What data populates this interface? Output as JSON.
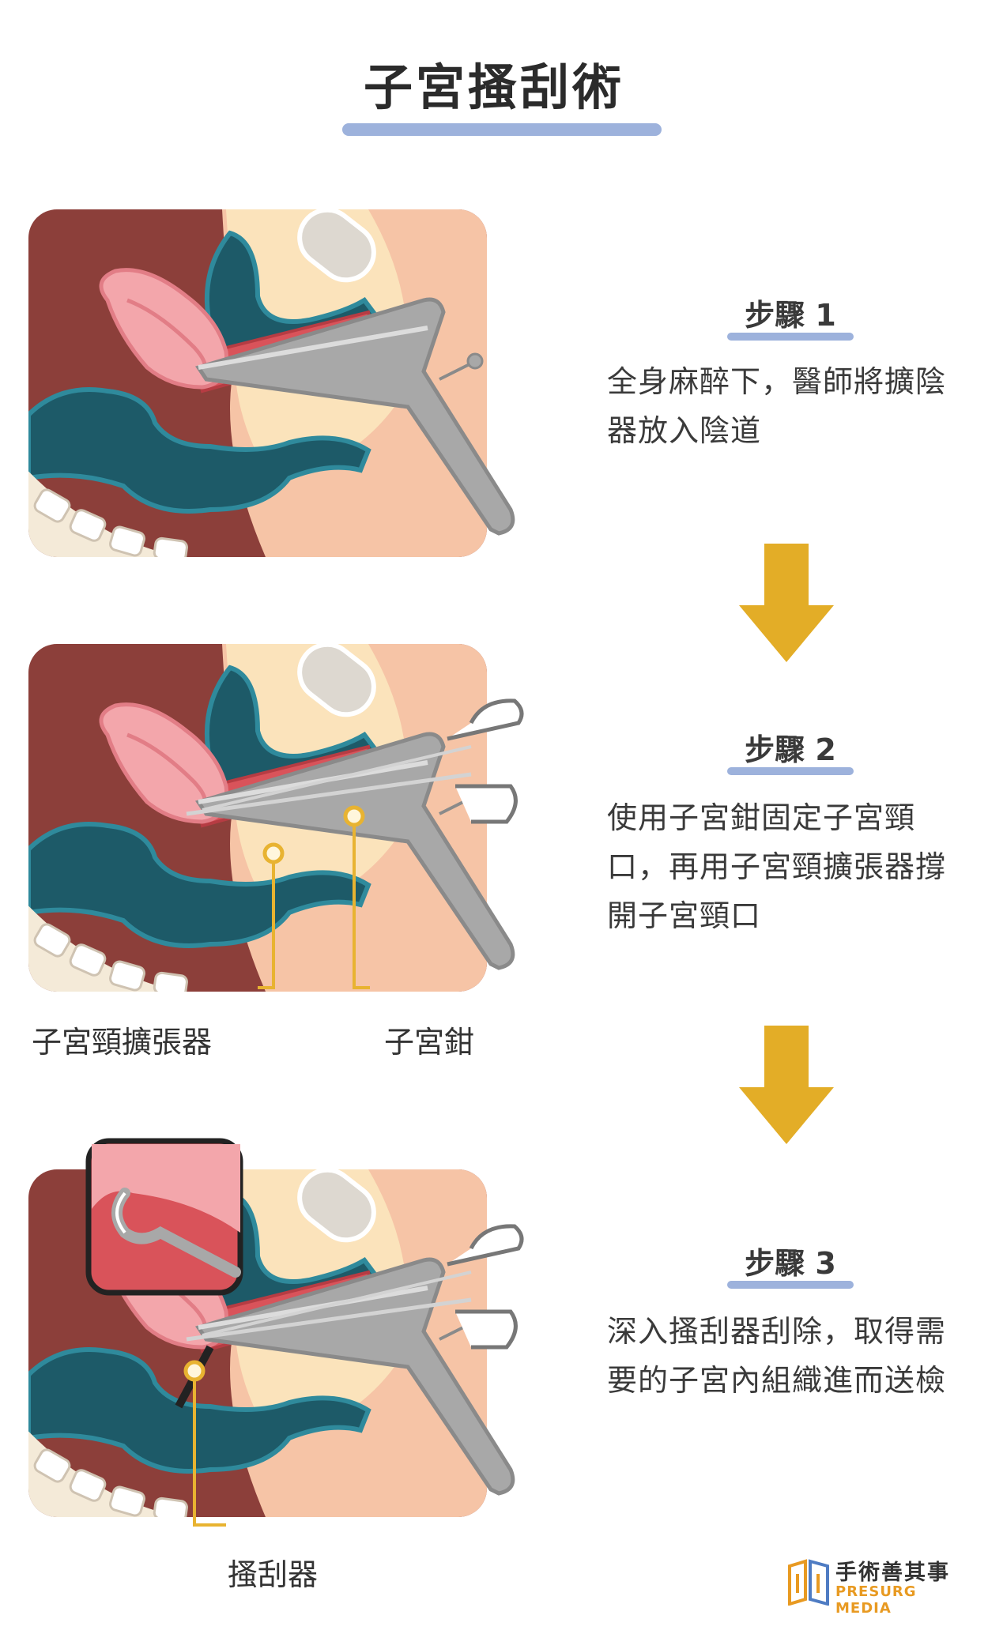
{
  "title": "子宮搔刮術",
  "steps": [
    {
      "heading": "步驟 1",
      "text": "全身麻醉下，醫師將擴陰器放入陰道"
    },
    {
      "heading": "步驟 2",
      "text": "使用子宮鉗固定子宮頸口，再用子宮頸擴張器撐開子宮頸口"
    },
    {
      "heading": "步驟 3",
      "text": "深入搔刮器刮除，取得需要的子宮內組織進而送檢"
    }
  ],
  "labels": {
    "dilator": "子宮頸擴張器",
    "forceps": "子宮鉗",
    "curette": "搔刮器"
  },
  "logo": {
    "name": "手術善其事",
    "subtitle": "PRESURG MEDIA"
  },
  "colors": {
    "accent_blue": "#9db2dc",
    "arrow_gold": "#e3ad27",
    "callout_gold": "#e8b331",
    "tissue_dark": "#8c3f3a",
    "organ_teal": "#1d5a68",
    "uterus_pink": "#f3a6ab",
    "vagina_red": "#d9535a",
    "speculum_gray": "#a8a8a8",
    "skin_peach": "#f6c4a6"
  }
}
